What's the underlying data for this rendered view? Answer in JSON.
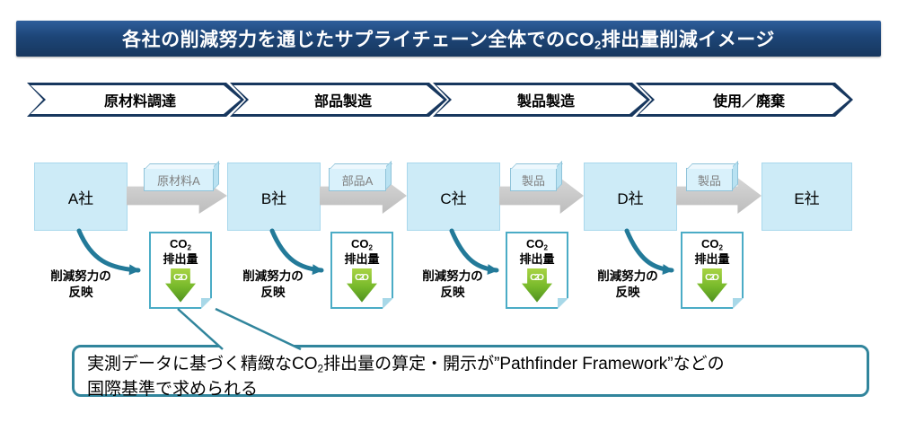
{
  "title": {
    "pre": "各社の削減努力を通じたサプライチェーン全体でのCO",
    "sub": "2",
    "post": "排出量削減イメージ"
  },
  "stages": [
    {
      "label": "原材料調達"
    },
    {
      "label": "部品製造"
    },
    {
      "label": "製品製造"
    },
    {
      "label": "使用／廃棄"
    }
  ],
  "companies": [
    {
      "name": "A社"
    },
    {
      "name": "B社"
    },
    {
      "name": "C社"
    },
    {
      "name": "D社"
    },
    {
      "name": "E社"
    }
  ],
  "flow_items": [
    {
      "label": "原材料A"
    },
    {
      "label": "部品A"
    },
    {
      "label": "製品"
    },
    {
      "label": "製品"
    }
  ],
  "emission_box": {
    "line1_pre": "CO",
    "line1_sub": "2",
    "line2": "排出量",
    "arrow_pre": "CO",
    "arrow_sub": "2"
  },
  "effort_label": {
    "line1": "削減努力の",
    "line2": "反映"
  },
  "callout": {
    "line1_pre": "実測データに基づく精緻なCO",
    "line1_sub": "2",
    "line1_post": "排出量の算定・開示が”Pathfinder Framework”などの",
    "line2": "国際基準で求められる"
  },
  "colors": {
    "banner_blue": "#17375E",
    "chevron_border": "#17375E",
    "company_fill": "#CDEBF7",
    "gray_arrow": "#C8C8C8",
    "emission_border": "#4BACC6",
    "green_arrow": "#76B82A",
    "curve_teal": "#237A99",
    "callout_border": "#31859C"
  }
}
